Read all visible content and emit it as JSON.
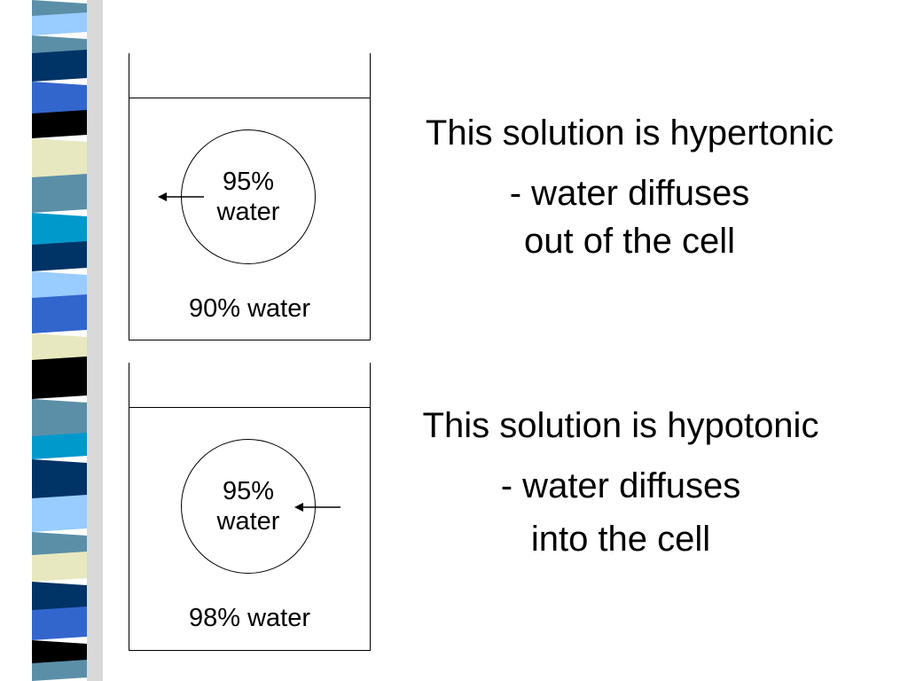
{
  "colors": {
    "stripe_navy": "#003366",
    "stripe_blue": "#3366cc",
    "stripe_teal": "#5b8fa8",
    "stripe_cyan": "#0099cc",
    "stripe_light": "#99ccff",
    "stripe_cream": "#e8e8c0",
    "stripe_black": "#000000"
  },
  "panels": [
    {
      "cell_label": "95%\nwater",
      "solution_label": "90% water",
      "arrow_direction": "out",
      "heading": "This solution is hypertonic",
      "line1": "- water diffuses",
      "line2": "out of the cell"
    },
    {
      "cell_label": "95%\nwater",
      "solution_label": "98% water",
      "arrow_direction": "in",
      "heading": "This solution is hypotonic",
      "line1": "- water diffuses",
      "line2": "into the cell"
    }
  ]
}
